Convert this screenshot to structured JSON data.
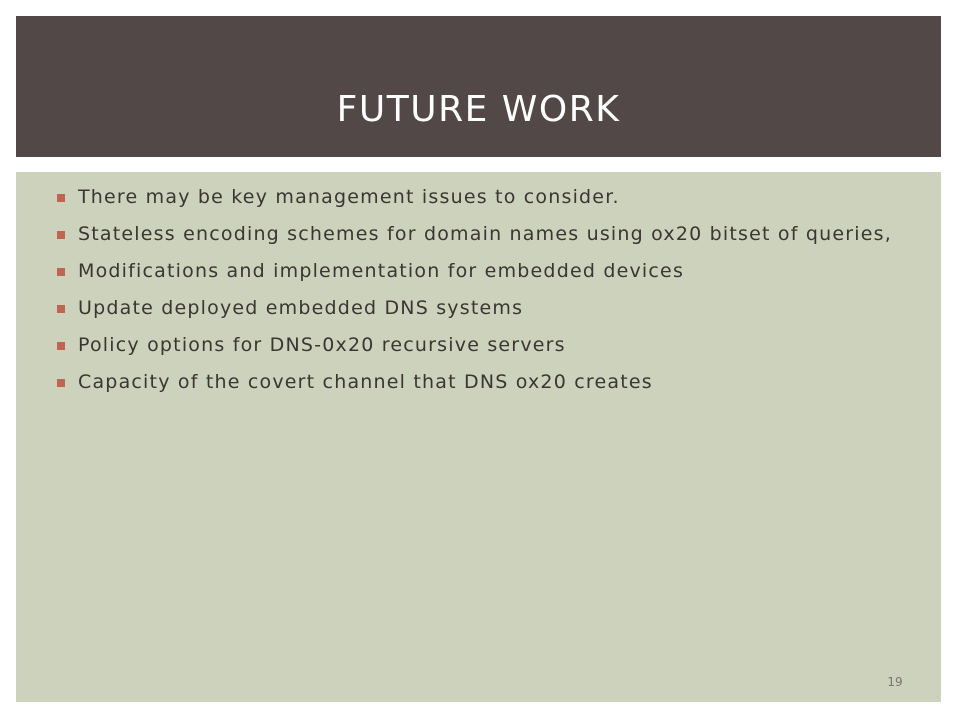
{
  "slide": {
    "title": "FUTURE WORK",
    "page_number": "19"
  },
  "bullets": [
    {
      "text": "There may be key management issues to consider."
    },
    {
      "text": "Stateless encoding schemes for domain names using ox20 bitset of queries,"
    },
    {
      "text": " Modifications and implementation for embedded devices"
    },
    {
      "text": "Update deployed embedded DNS systems"
    },
    {
      "text": "Policy options for DNS-0x20 recursive servers"
    },
    {
      "text": " Capacity of the covert channel that DNS ox20 creates"
    }
  ],
  "colors": {
    "title_band": "#524847",
    "content_band": "#ccd2bb",
    "bullet_marker": "#c0654f",
    "title_text": "#ffffff",
    "body_text": "#3b3533"
  }
}
